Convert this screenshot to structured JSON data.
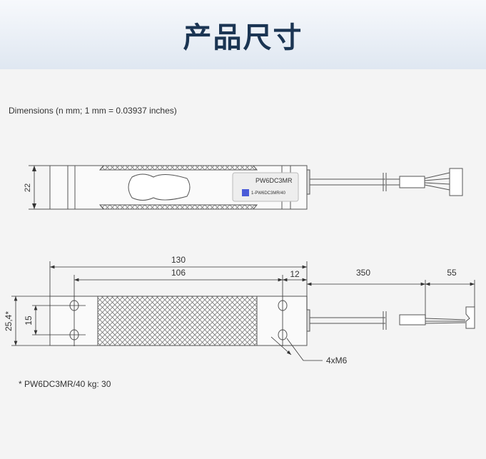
{
  "header": {
    "title": "产品尺寸"
  },
  "units_note": "Dimensions (n mm; 1 mm = 0.03937 inches)",
  "drawing": {
    "label_model": "PW6DC3MR",
    "label_part": "1-PW6DC3MR/40",
    "dims": {
      "height_top": "22",
      "length": "130",
      "hole_spacing": "106",
      "end_offset": "12",
      "cable": "350",
      "wire": "55",
      "width": "25,4*",
      "hole_gap": "15",
      "holes": "4xM6"
    }
  },
  "footnote": "* PW6DC3MR/40 kg: 30"
}
